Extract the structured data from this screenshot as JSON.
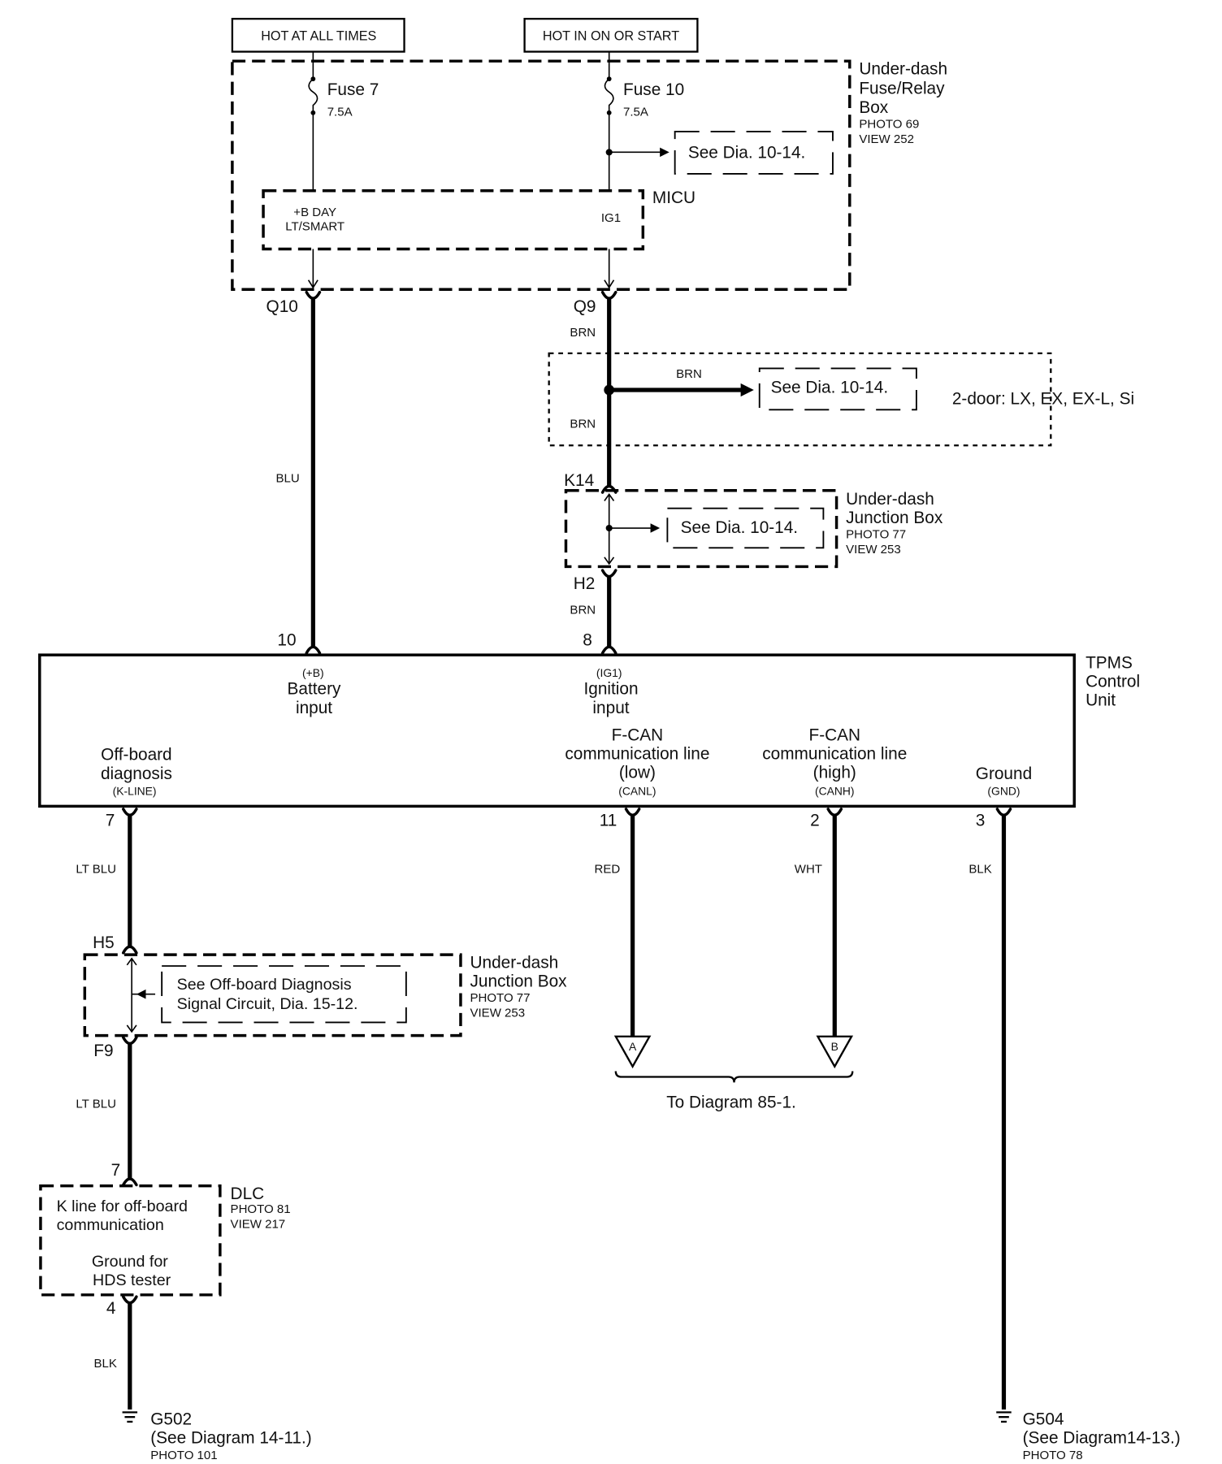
{
  "power": {
    "hot_at_all_times": "HOT AT ALL TIMES",
    "hot_in_on_or_start": "HOT IN ON OR START"
  },
  "fuse_relay_box": {
    "name_lines": [
      "Under-dash",
      "Fuse/Relay",
      "Box"
    ],
    "photo": "PHOTO 69",
    "view": "VIEW 252",
    "fuse_7": {
      "name": "Fuse 7",
      "rating": "7.5A"
    },
    "fuse_10": {
      "name": "Fuse 10",
      "rating": "7.5A"
    },
    "reference": "See Dia. 10-14.",
    "micu": {
      "name": "MICU",
      "terminal_left": [
        "+B DAY",
        "LT/SMART"
      ],
      "terminal_right": "IG1"
    }
  },
  "connectors": {
    "q10": "Q10",
    "q9": "Q9",
    "k14": "K14",
    "h2": "H2",
    "h5": "H5",
    "f9": "F9"
  },
  "wires": {
    "battery_feed": "BLU",
    "ignition_upper": "BRN",
    "ignition_branch": "BRN",
    "ignition_middle": "BRN",
    "ignition_lower": "BRN",
    "k_line_upper": "LT BLU",
    "k_line_lower": "LT BLU",
    "canl": "RED",
    "canh": "WHT",
    "gnd": "BLK",
    "dlc_ground": "BLK"
  },
  "option_2door": {
    "reference": "See Dia. 10-14.",
    "note": "2-door: LX, EX, EX-L, Si"
  },
  "junction_box_upper": {
    "name_lines": [
      "Under-dash",
      "Junction Box"
    ],
    "photo": "PHOTO 77",
    "view": "VIEW 253",
    "reference": "See Dia. 10-14."
  },
  "tpms_unit": {
    "name_lines": [
      "TPMS",
      "Control",
      "Unit"
    ],
    "pins": {
      "battery": "10",
      "ignition": "8",
      "k_line": "7",
      "canl": "11",
      "canh": "2",
      "gnd": "3"
    },
    "battery_input": {
      "code": "(+B)",
      "lines": [
        "Battery",
        "input"
      ]
    },
    "ignition_input": {
      "code": "(IG1)",
      "lines": [
        "Ignition",
        "input"
      ]
    },
    "offboard_diag": {
      "lines": [
        "Off-board",
        "diagnosis"
      ],
      "code": "(K-LINE)"
    },
    "fcan_low": {
      "lines": [
        "F-CAN",
        "communication line",
        "(low)"
      ],
      "code": "(CANL)"
    },
    "fcan_high": {
      "lines": [
        "F-CAN",
        "communication line",
        "(high)"
      ],
      "code": "(CANH)"
    },
    "ground": {
      "lines": [
        "Ground"
      ],
      "code": "(GND)"
    }
  },
  "junction_box_lower": {
    "name_lines": [
      "Under-dash",
      "Junction Box"
    ],
    "photo": "PHOTO 77",
    "view": "VIEW 253",
    "reference": [
      "See Off-board Diagnosis",
      "Signal Circuit, Dia. 15-12."
    ]
  },
  "dlc": {
    "name": "DLC",
    "photo": "PHOTO 81",
    "view": "VIEW 217",
    "pin_k_line": "7",
    "pin_ground": "4",
    "function_k": [
      "K line for off-board",
      "communication"
    ],
    "function_gnd": [
      "Ground for",
      "HDS tester"
    ]
  },
  "offpage": {
    "a": "A",
    "b": "B",
    "destination": "To Diagram 85-1."
  },
  "grounds": {
    "g502": {
      "name": "G502",
      "reference": "(See Diagram 14-11.)",
      "photo": "PHOTO 101"
    },
    "g504": {
      "name": "G504",
      "reference": "(See Diagram14-13.)",
      "photo": "PHOTO 78"
    }
  }
}
